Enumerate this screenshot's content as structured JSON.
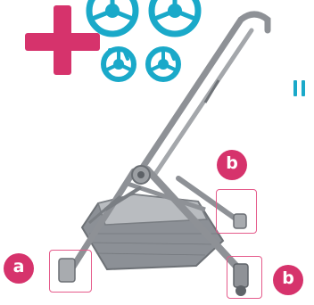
{
  "labels": {
    "badge_a": "a",
    "badge_b_top": "b",
    "badge_b_bottom": "b"
  },
  "colors": {
    "accent_pink": "#d6336c",
    "wheel_teal": "#1aa9c9",
    "frame_grey": "#8e9196",
    "basket_grey": "#7b7f84"
  },
  "icons": {
    "plus": "plus-icon",
    "equals": "equals-icon",
    "wheels": "wheel-icon"
  }
}
